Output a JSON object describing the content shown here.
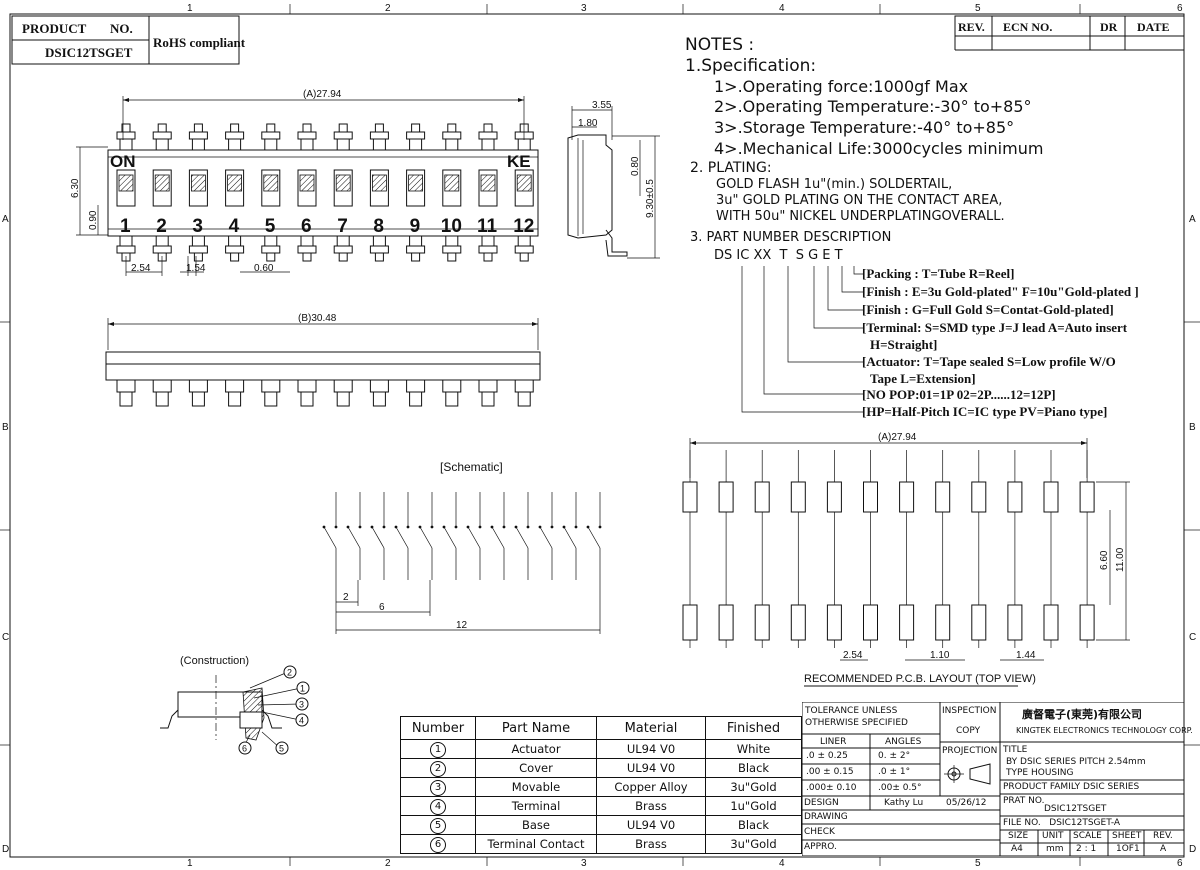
{
  "header": {
    "product_label": "PRODUCT",
    "no_label": "NO.",
    "part_number": "DSIC12TSGET",
    "compliance": "RoHS compliant"
  },
  "revision_block": {
    "rev": "REV.",
    "ecn": "ECN NO.",
    "dr": "DR",
    "date": "DATE"
  },
  "zones": {
    "columns": [
      "1",
      "2",
      "3",
      "4",
      "5",
      "6"
    ],
    "rows": [
      "A",
      "B",
      "C",
      "D"
    ]
  },
  "notes": {
    "title": "NOTES :",
    "spec_title": "1.Specification:",
    "spec": [
      "1>.Operating force:1000gf Max",
      "2>.Operating Temperature:-30° to+85°",
      "3>.Storage Temperature:-40° to+85°",
      "4>.Mechanical Life:3000cycles minimum"
    ],
    "plating_title": "2. PLATING:",
    "plating": [
      "GOLD FLASH 1u\"(min.) SOLDERTAIL,",
      "3u\" GOLD PLATING  ON THE CONTACT AREA,",
      "WITH 50u\" NICKEL UNDERPLATINGOVERALL."
    ],
    "pn_title": "3. PART NUMBER DESCRIPTION",
    "pn_code": "DS IC XX  T  S G E T",
    "pn_desc": [
      "[Packing : T=Tube  R=Reel]",
      "[Finish : E=3u Gold-plated\" F=10u\"Gold-plated ]",
      "[Finish : G=Full Gold  S=Contat-Gold-plated]",
      "[Terminal: S=SMD type  J=J lead A=Auto insert",
      "H=Straight]",
      "[Actuator: T=Tape sealed S=Low profile W/O",
      "Tape L=Extension]",
      "[NO POP:01=1P 02=2P......12=12P]",
      "[HP=Half-Pitch IC=IC type PV=Piano type]"
    ]
  },
  "top_view": {
    "on_label": "ON",
    "ke_label": "KE",
    "positions": [
      "1",
      "2",
      "3",
      "4",
      "5",
      "6",
      "7",
      "8",
      "9",
      "10",
      "11",
      "12"
    ],
    "dim_length": "(A)27.94",
    "dim_height": "6.30",
    "dim_offset": "0.90",
    "dim_pitch": "2.54",
    "dim_pad": "1.54",
    "dim_lead": "0.60"
  },
  "side_view": {
    "dim_width": "3.55",
    "dim_body": "1.80",
    "dim_lead": "0.80",
    "dim_total": "9.30±0.5"
  },
  "front_view": {
    "dim_length": "(B)30.48"
  },
  "schematic": {
    "title": "[Schematic]",
    "dim_a": "2",
    "dim_b": "6",
    "dim_c": "12"
  },
  "pcb_layout": {
    "dim_length": "(A)27.94",
    "dim_inner": "6.60",
    "dim_outer": "11.00",
    "dim_pitch": "2.54",
    "dim_pad_w": "1.10",
    "dim_pad_l": "1.44",
    "caption": "RECOMMENDED P.C.B. LAYOUT (TOP VIEW)"
  },
  "construction": {
    "title": "(Construction)",
    "callouts": [
      "1",
      "2",
      "3",
      "4",
      "5",
      "6"
    ]
  },
  "bom": {
    "headers": [
      "Number",
      "Part Name",
      "Material",
      "Finished"
    ],
    "rows": [
      {
        "num": "1",
        "part": "Actuator",
        "material": "UL94 V0",
        "finish": "White"
      },
      {
        "num": "2",
        "part": "Cover",
        "material": "UL94 V0",
        "finish": "Black"
      },
      {
        "num": "3",
        "part": "Movable",
        "material": "Copper Alloy",
        "finish": "3u\"Gold"
      },
      {
        "num": "4",
        "part": "Terminal",
        "material": "Brass",
        "finish": "1u\"Gold"
      },
      {
        "num": "5",
        "part": "Base",
        "material": "UL94 V0",
        "finish": "Black"
      },
      {
        "num": "6",
        "part": "Terminal Contact",
        "material": "Brass",
        "finish": "3u\"Gold"
      }
    ]
  },
  "title_block": {
    "tolerance_1": "TOLERANCE UNLESS",
    "tolerance_2": "OTHERWISE SPECIFIED",
    "liner": "LINER",
    "angles": "ANGLES",
    "tol_rows": [
      {
        "liner": ".0  ±  0.25",
        "angle": "0.  ±  2°"
      },
      {
        "liner": ".00 ±  0.15",
        "angle": ".0  ±  1°"
      },
      {
        "liner": ".000± 0.10",
        "angle": ".00±  0.5°"
      }
    ],
    "inspection": "INSPECTION",
    "copy": "COPY",
    "projection": "PROJECTION",
    "company_cn": "廣督電子(東莞)有限公司",
    "company_en": "KINGTEK ELECTRONICS TECHNOLOGY CORP.",
    "title_label": "TITLE",
    "title_1": "BY DSIC SERIES PITCH 2.54mm",
    "title_2": "TYPE HOUSING",
    "family": "PRODUCT FAMILY DSIC SERIES",
    "prat_label": "PRAT NO.",
    "prat_no": "DSIC12TSGET",
    "design": "DESIGN",
    "designer": "Kathy Lu",
    "design_date": "05/26/12",
    "drawing": "DRAWING",
    "check": "CHECK",
    "appro": "APPRO.",
    "file_no": "FILE NO.   DSIC12TSGET-A",
    "size_label": "SIZE",
    "size": "A4",
    "unit_label": "UNIT",
    "unit": "mm",
    "scale_label": "SCALE",
    "scale": "2 : 1",
    "sheet_label": "SHEET",
    "sheet": "1OF1",
    "rev_label": "REV.",
    "rev": "A"
  }
}
